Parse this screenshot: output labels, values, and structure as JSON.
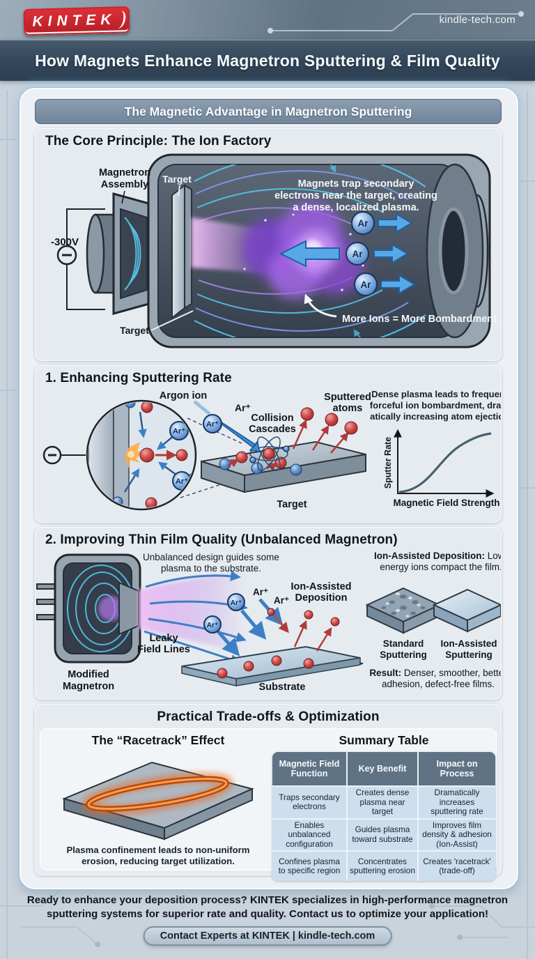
{
  "header": {
    "logo": "KINTEK",
    "website": "kindle-tech.com"
  },
  "title_bar": {
    "title": "How Magnets Enhance Magnetron Sputtering & Film Quality"
  },
  "banner": {
    "label": "The Magnetic Advantage in Magnetron Sputtering"
  },
  "core": {
    "heading": "The Core Principle: The Ion Factory",
    "magnetron_assembly_lines": [
      "Magnetron",
      "Assembly"
    ],
    "target_top": "Target",
    "target_bottom": "Target",
    "voltage": "-300V",
    "ar": "Ar",
    "callout_lines": [
      "Magnets trap secondary",
      "electrons near the target, creating",
      "a dense, localized plasma."
    ],
    "bombardment": "More Ions = More Bombardment"
  },
  "rate": {
    "heading": "1. Enhancing Sputtering Rate",
    "argon_ion": "Argon ion",
    "ar_plus": "Ar⁺",
    "collision_lines": [
      "Collision",
      "Cascades"
    ],
    "sputtered_lines": [
      "Sputtered",
      "atoms"
    ],
    "target": "Target",
    "caption_lines": [
      "Dense plasma leads to frequent,",
      "forceful ion bombardment, dram-",
      "atically increasing atom ejection."
    ],
    "chart": {
      "type": "line",
      "title": "",
      "xlabel": "Magnetic Field Strength",
      "ylabel": "Sputter Rate",
      "shape": "sigmoid increasing",
      "x_normalized": [
        0,
        0.2,
        0.4,
        0.6,
        0.8,
        1.0
      ],
      "y_normalized": [
        0.02,
        0.06,
        0.25,
        0.62,
        0.88,
        0.97
      ]
    }
  },
  "film": {
    "heading": "2. Improving Thin Film Quality (Unbalanced Magnetron)",
    "unbalanced_lines": [
      "Unbalanced design guides some",
      "plasma to the substrate."
    ],
    "leaky_lines": [
      "Leaky",
      "Field Lines"
    ],
    "modified_lines": [
      "Modified",
      "Magnetron"
    ],
    "ar_plus": "Ar⁺",
    "iad_label_lines": [
      "Ion-Assisted",
      "Deposition"
    ],
    "substrate": "Substrate",
    "iad_caption_bold": "Ion-Assisted Deposition:",
    "iad_caption_rest": " Low-",
    "iad_caption_line2": "energy ions compact the film.",
    "standard_lines": [
      "Standard",
      "Sputtering"
    ],
    "assisted_lines": [
      "Ion-Assisted",
      "Sputtering"
    ],
    "result_bold": "Result:",
    "result_rest": " Denser, smoother, better",
    "result_line2": "adhesion, defect-free films."
  },
  "tradeoffs": {
    "heading": "Practical Trade-offs & Optimization",
    "racetrack_heading": "The “Racetrack” Effect",
    "racetrack_caption_lines": [
      "Plasma confinement leads to non-uniform",
      "erosion, reducing target utilization."
    ],
    "table_heading": "Summary Table",
    "table": {
      "headers": [
        "Magnetic Field Function",
        "Key Benefit",
        "Impact on Process"
      ],
      "rows": [
        [
          "Traps secondary electrons",
          "Creates dense plasma near target",
          "Dramatically increases sputtering rate"
        ],
        [
          "Enables unbalanced configuration",
          "Guides plasma toward substrate",
          "Improves film density & adhesion (Ion-Assist)"
        ],
        [
          "Confines plasma to specific region",
          "Concentrates sputtering erosion",
          "Creates 'racetrack' (trade-off)"
        ]
      ]
    }
  },
  "footer": {
    "cta_lines": [
      "Ready to enhance your deposition process? KINTEK specializes in high-performance magnetron",
      "sputtering systems for superior rate and quality. Contact us to optimize your application!"
    ],
    "button": "Contact Experts at KINTEK | kindle-tech.com"
  },
  "colors": {
    "logo_red": "#c8232c",
    "title_bar": "#33465a",
    "banner": "#7b8fa1",
    "panel_bg": "#e6ebf0",
    "table_header": "#5f7384",
    "table_row": "#cddeee",
    "plasma_purple": "#a66ae0",
    "field_line_cyan": "#57cdf2",
    "field_line_blue": "#7e9bf0",
    "ion_blue": "#4da0e0",
    "sputtered_red": "#c23b3b",
    "racetrack_orange": "#e07020"
  }
}
